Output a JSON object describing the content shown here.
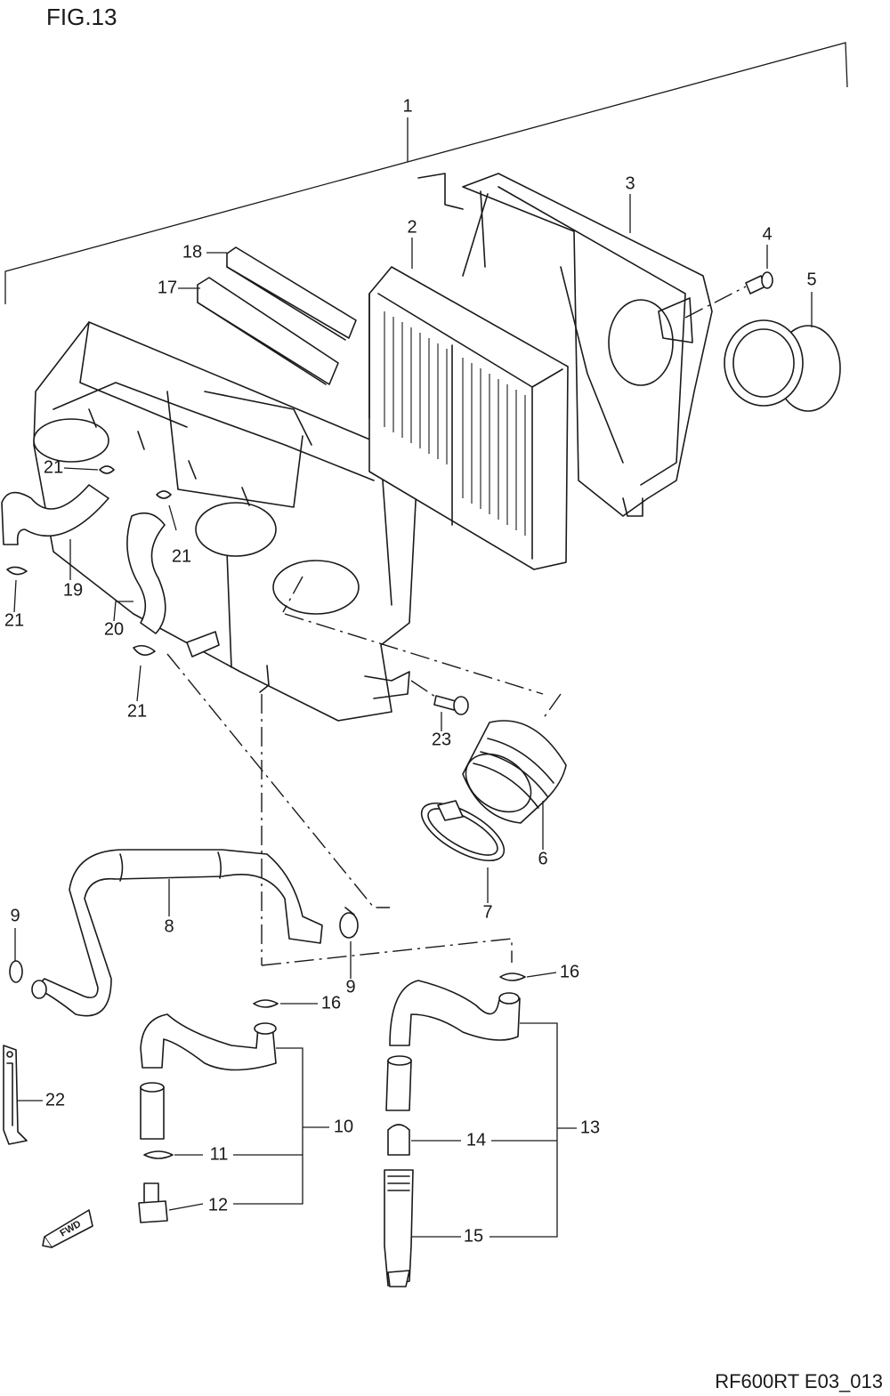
{
  "figure": {
    "title": "FIG.13",
    "code": "RF600RT E03_013",
    "fwd_label": "FWD"
  },
  "part_labels": [
    {
      "id": "p1",
      "text": "1"
    },
    {
      "id": "p2",
      "text": "2"
    },
    {
      "id": "p3",
      "text": "3"
    },
    {
      "id": "p4",
      "text": "4"
    },
    {
      "id": "p5",
      "text": "5"
    },
    {
      "id": "p6",
      "text": "6"
    },
    {
      "id": "p7",
      "text": "7"
    },
    {
      "id": "p8",
      "text": "8"
    },
    {
      "id": "p9a",
      "text": "9"
    },
    {
      "id": "p9b",
      "text": "9"
    },
    {
      "id": "p10",
      "text": "10"
    },
    {
      "id": "p11",
      "text": "11"
    },
    {
      "id": "p12",
      "text": "12"
    },
    {
      "id": "p13",
      "text": "13"
    },
    {
      "id": "p14",
      "text": "14"
    },
    {
      "id": "p15",
      "text": "15"
    },
    {
      "id": "p16a",
      "text": "16"
    },
    {
      "id": "p16b",
      "text": "16"
    },
    {
      "id": "p17",
      "text": "17"
    },
    {
      "id": "p18",
      "text": "18"
    },
    {
      "id": "p19",
      "text": "19"
    },
    {
      "id": "p20",
      "text": "20"
    },
    {
      "id": "p21a",
      "text": "21"
    },
    {
      "id": "p21b",
      "text": "21"
    },
    {
      "id": "p21c",
      "text": "21"
    },
    {
      "id": "p21d",
      "text": "21"
    },
    {
      "id": "p22",
      "text": "22"
    },
    {
      "id": "p23",
      "text": "23"
    }
  ]
}
